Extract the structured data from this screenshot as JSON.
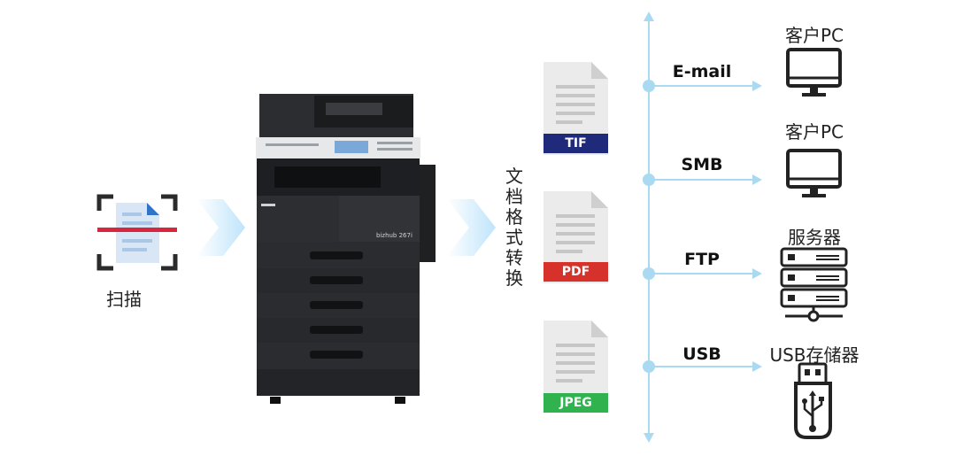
{
  "scan": {
    "label": "扫描",
    "icon": "scan-document-icon"
  },
  "printer": {
    "model": "bizhub 267i"
  },
  "conversion": {
    "label": "文档格式转换"
  },
  "formats": [
    {
      "label": "TIF",
      "color": "#1f2a7a"
    },
    {
      "label": "PDF",
      "color": "#d7312c"
    },
    {
      "label": "JPEG",
      "color": "#30b24f"
    }
  ],
  "protocols": [
    {
      "label": "E-mail"
    },
    {
      "label": "SMB"
    },
    {
      "label": "FTP"
    },
    {
      "label": "USB"
    }
  ],
  "destinations": [
    {
      "label": "客户PC",
      "icon": "monitor-icon"
    },
    {
      "label": "客户PC",
      "icon": "monitor-icon"
    },
    {
      "label": "服务器",
      "icon": "server-icon"
    },
    {
      "label": "USB存储器",
      "icon": "usb-drive-icon"
    }
  ],
  "colors": {
    "accent_line": "#a9daf2",
    "chevron": "#cfe9fa"
  }
}
